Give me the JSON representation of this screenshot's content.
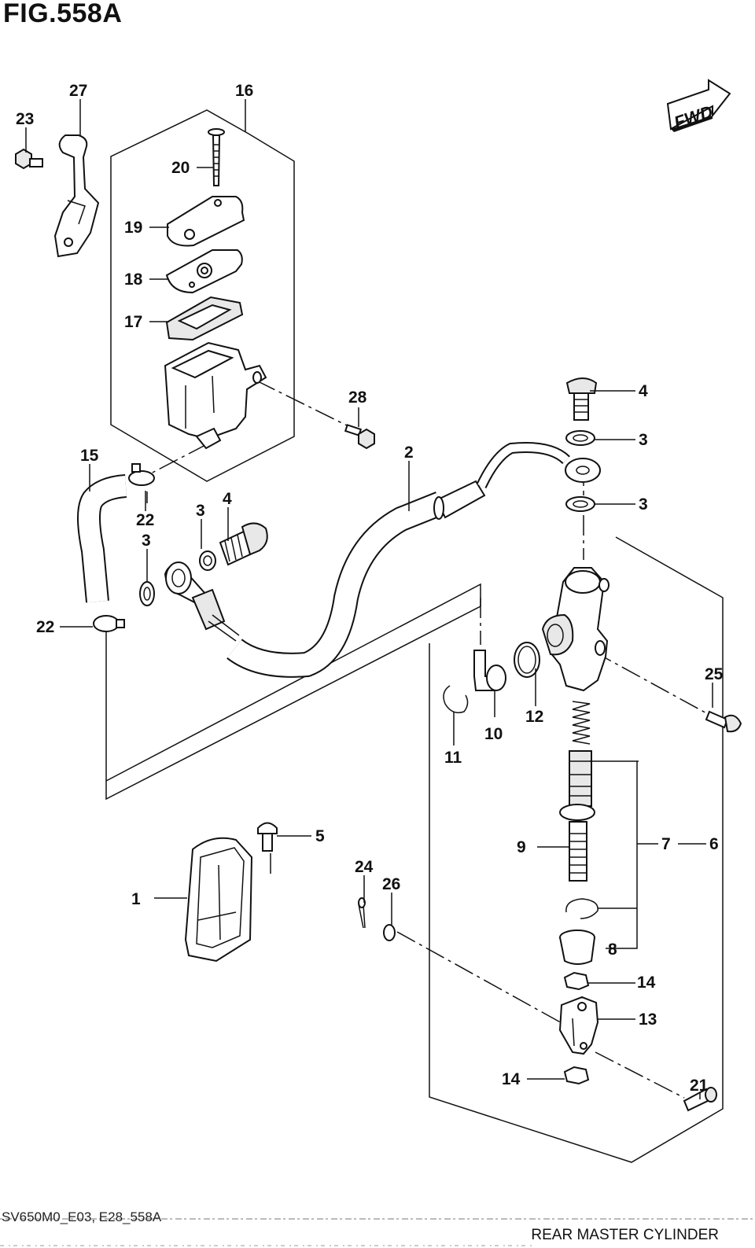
{
  "figure": {
    "title": "FIG.558A",
    "code": "SV650M0_E03, E28_558A",
    "name": "REAR MASTER CYLINDER"
  },
  "fwd_label": "FWD",
  "callouts": [
    "1",
    "2",
    "3",
    "3",
    "3",
    "3",
    "4",
    "4",
    "5",
    "6",
    "7",
    "8",
    "9",
    "10",
    "11",
    "12",
    "13",
    "14",
    "14",
    "15",
    "16",
    "17",
    "18",
    "19",
    "20",
    "21",
    "22",
    "22",
    "23",
    "24",
    "25",
    "26",
    "27",
    "28"
  ]
}
